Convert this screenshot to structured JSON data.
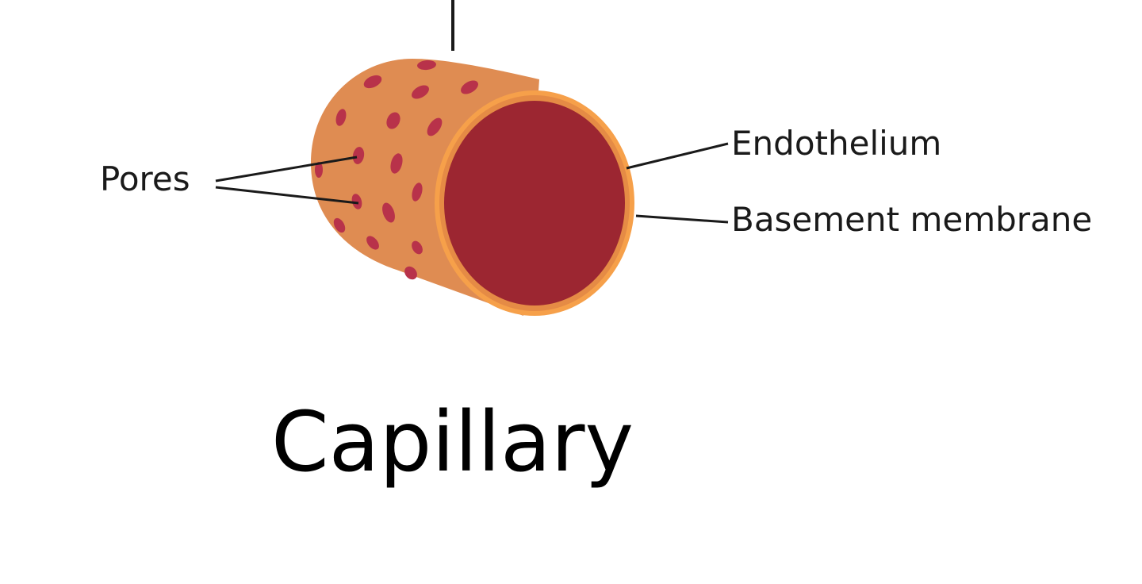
{
  "labels": {
    "pores": "Pores",
    "endothelium": "Endothelium",
    "basement_membrane": "Basement membrane"
  },
  "title": "Capillary",
  "colors": {
    "outer_wall": "#df8c52",
    "basement_rim": "#f6a04a",
    "lumen": "#9c2631",
    "pore": "#b8324a",
    "leader_line": "#1a1a1a",
    "text": "#000000"
  }
}
